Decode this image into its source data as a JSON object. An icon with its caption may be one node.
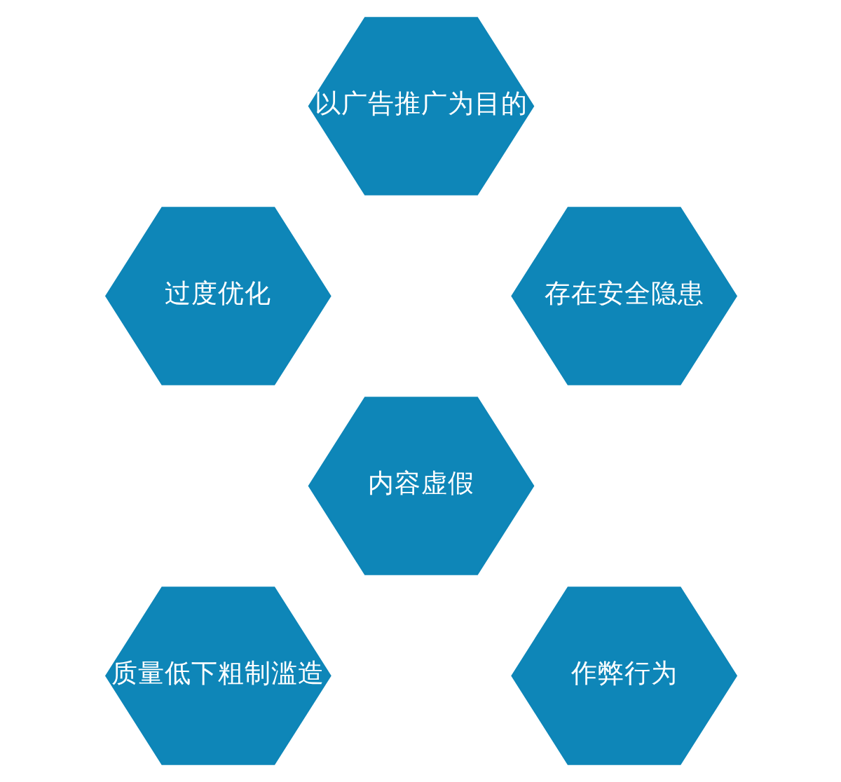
{
  "diagram": {
    "nodes": [
      {
        "text": [
          "以广告推广为目的"
        ]
      },
      {
        "text": [
          "过度优化"
        ]
      },
      {
        "text": [
          "存在安全隐患"
        ]
      },
      {
        "text": [
          "内容虚假"
        ]
      },
      {
        "text": [
          "质量低下粗制滥造"
        ]
      },
      {
        "text": [
          "作弊行为"
        ]
      }
    ]
  }
}
